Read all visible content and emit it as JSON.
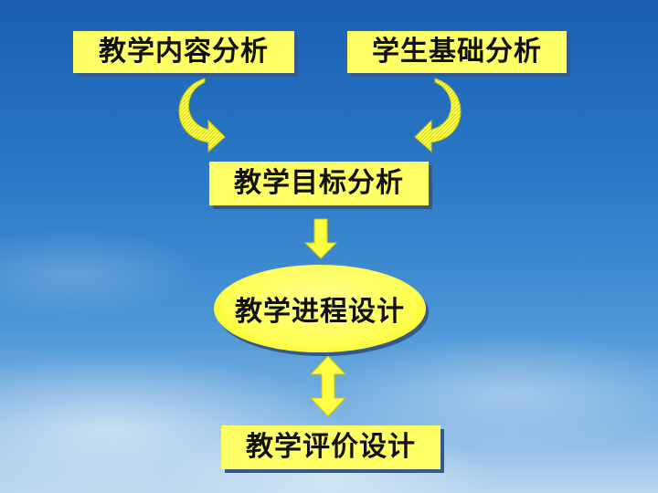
{
  "nodes": {
    "content_analysis": "教学内容分析",
    "student_analysis": "学生基础分析",
    "goal_analysis": "教学目标分析",
    "process_design": "教学进程设计",
    "evaluation_design": "教学评价设计"
  },
  "colors": {
    "node_fill": "#ffff66",
    "arrow_fill": "#ffff44",
    "arrow_stroke": "#c8c800",
    "shadow": "#355a8a"
  }
}
